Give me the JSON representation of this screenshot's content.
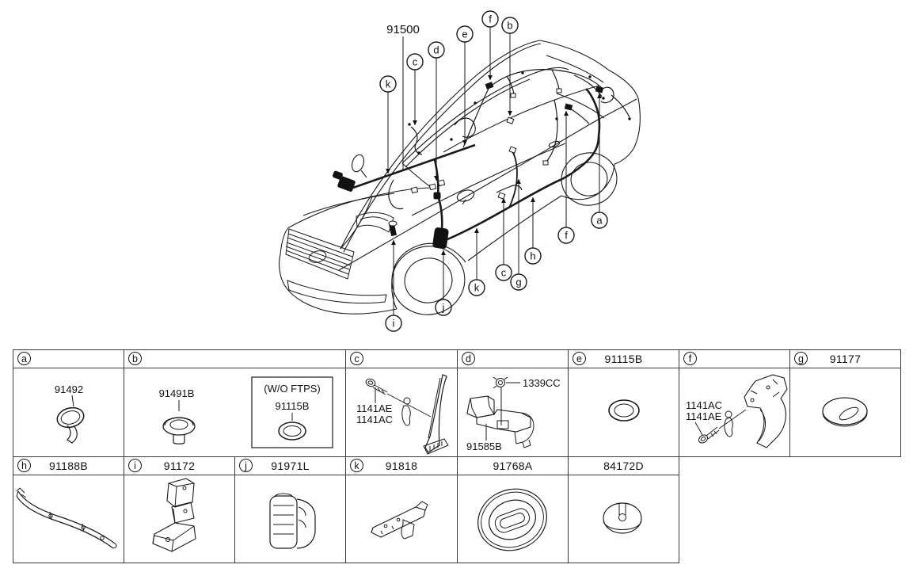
{
  "diagram": {
    "main_part_label": "91500",
    "top_callouts": [
      "k",
      "c",
      "d",
      "e",
      "f",
      "b"
    ],
    "bottom_callouts": [
      "i",
      "j",
      "k",
      "c",
      "g",
      "h",
      "f",
      "a"
    ]
  },
  "table": {
    "cells": {
      "a": {
        "letter": "a",
        "part": "91492"
      },
      "b": {
        "letter": "b",
        "part": "91491B",
        "inset_note": "(W/O FTPS)",
        "inset_part": "91115B"
      },
      "c": {
        "letter": "c",
        "label1": "1141AE",
        "label2": "1141AC"
      },
      "d": {
        "letter": "d",
        "nut_label": "1339CC",
        "part": "91585B"
      },
      "e": {
        "letter": "e",
        "part": "91115B"
      },
      "f": {
        "letter": "f",
        "label1": "1141AC",
        "label2": "1141AE"
      },
      "g": {
        "letter": "g",
        "part": "91177"
      },
      "h": {
        "letter": "h",
        "part": "91188B"
      },
      "i": {
        "letter": "i",
        "part": "91172"
      },
      "j": {
        "letter": "j",
        "part": "91971L"
      },
      "k2": {
        "letter": "k",
        "part": "91818"
      },
      "m5": {
        "part": "91768A"
      },
      "m6": {
        "part": "84172D"
      }
    }
  },
  "colors": {
    "line": "#1a1a1a",
    "background": "#ffffff"
  }
}
